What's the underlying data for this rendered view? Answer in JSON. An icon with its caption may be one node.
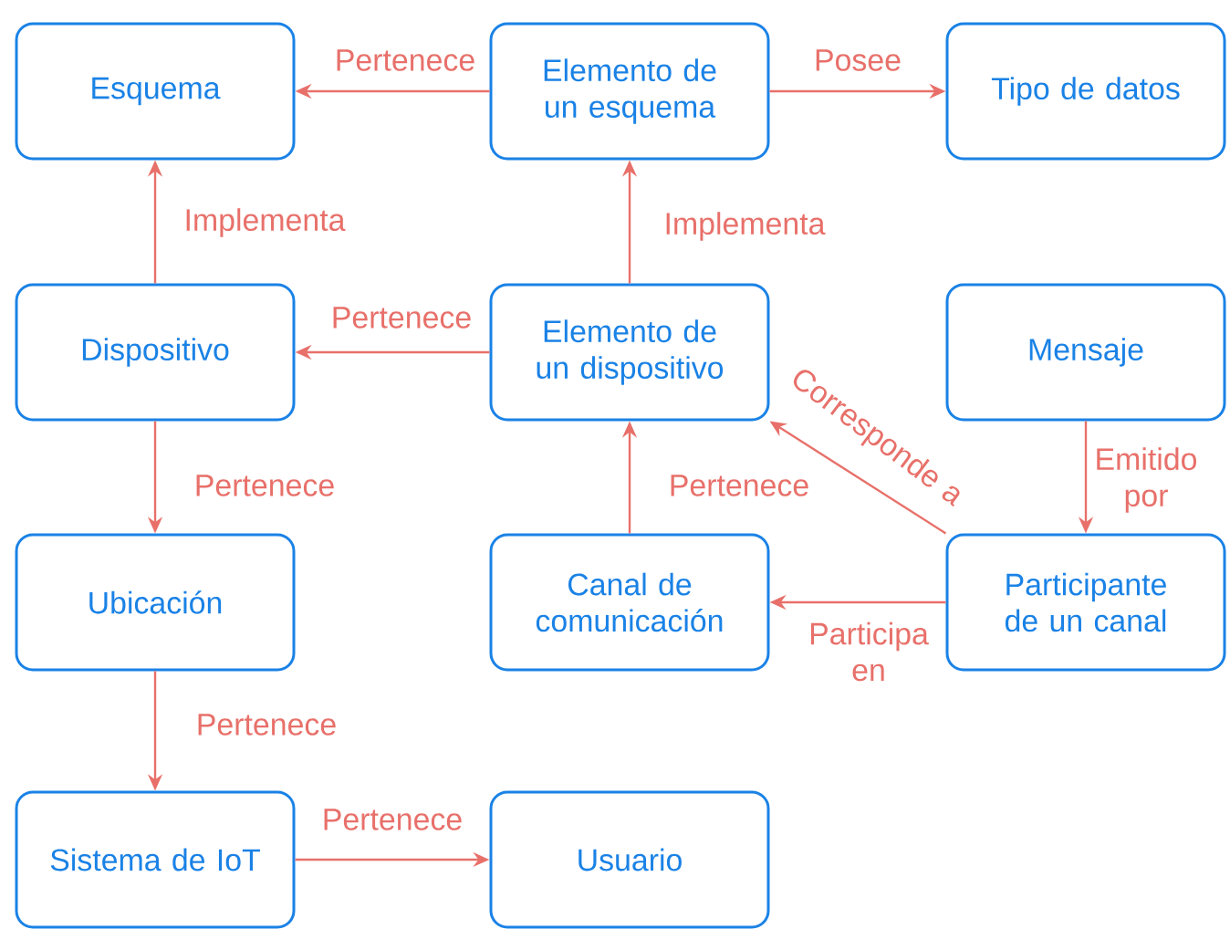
{
  "diagram": {
    "nodes": [
      {
        "text": [
          "Esquema"
        ]
      },
      {
        "text": [
          "Elemento de un esquema"
        ]
      },
      {
        "text": [
          "Tipo de datos"
        ]
      },
      {
        "text": [
          "Dispositivo"
        ]
      },
      {
        "text": [
          "Elemento de un dispositivo"
        ]
      },
      {
        "text": [
          "Mensaje"
        ]
      },
      {
        "text": [
          "Ubicación"
        ]
      },
      {
        "text": [
          "Canal de comunicación"
        ]
      },
      {
        "text": [
          "Participante de un canal"
        ]
      },
      {
        "text": [
          "Sistema de IoT"
        ]
      },
      {
        "text": [
          "Usuario"
        ]
      }
    ],
    "edges": [
      {
        "from": 1,
        "to": 0,
        "arrow": "to",
        "label": "Pertenece"
      },
      {
        "from": 1,
        "to": 2,
        "arrow": "to",
        "label": "Posee"
      },
      {
        "from": 3,
        "to": 0,
        "arrow": "to",
        "label": "Implementa"
      },
      {
        "from": 4,
        "to": 1,
        "arrow": "to",
        "label": "Implementa"
      },
      {
        "from": 4,
        "to": 3,
        "arrow": "to",
        "label": "Pertenece"
      },
      {
        "from": 3,
        "to": 6,
        "arrow": "to",
        "label": "Pertenece"
      },
      {
        "from": 7,
        "to": 4,
        "arrow": "to",
        "label": "Pertenece"
      },
      {
        "from": 8,
        "to": 4,
        "arrow": "to",
        "label": "Corresponde a"
      },
      {
        "from": 5,
        "to": 8,
        "arrow": "to",
        "label": "Emitido por"
      },
      {
        "from": 8,
        "to": 7,
        "arrow": "to",
        "label": "Participa en"
      },
      {
        "from": 6,
        "to": 9,
        "arrow": "to",
        "label": "Pertenece"
      },
      {
        "from": 9,
        "to": 10,
        "arrow": "to",
        "label": "Pertenece"
      }
    ]
  }
}
